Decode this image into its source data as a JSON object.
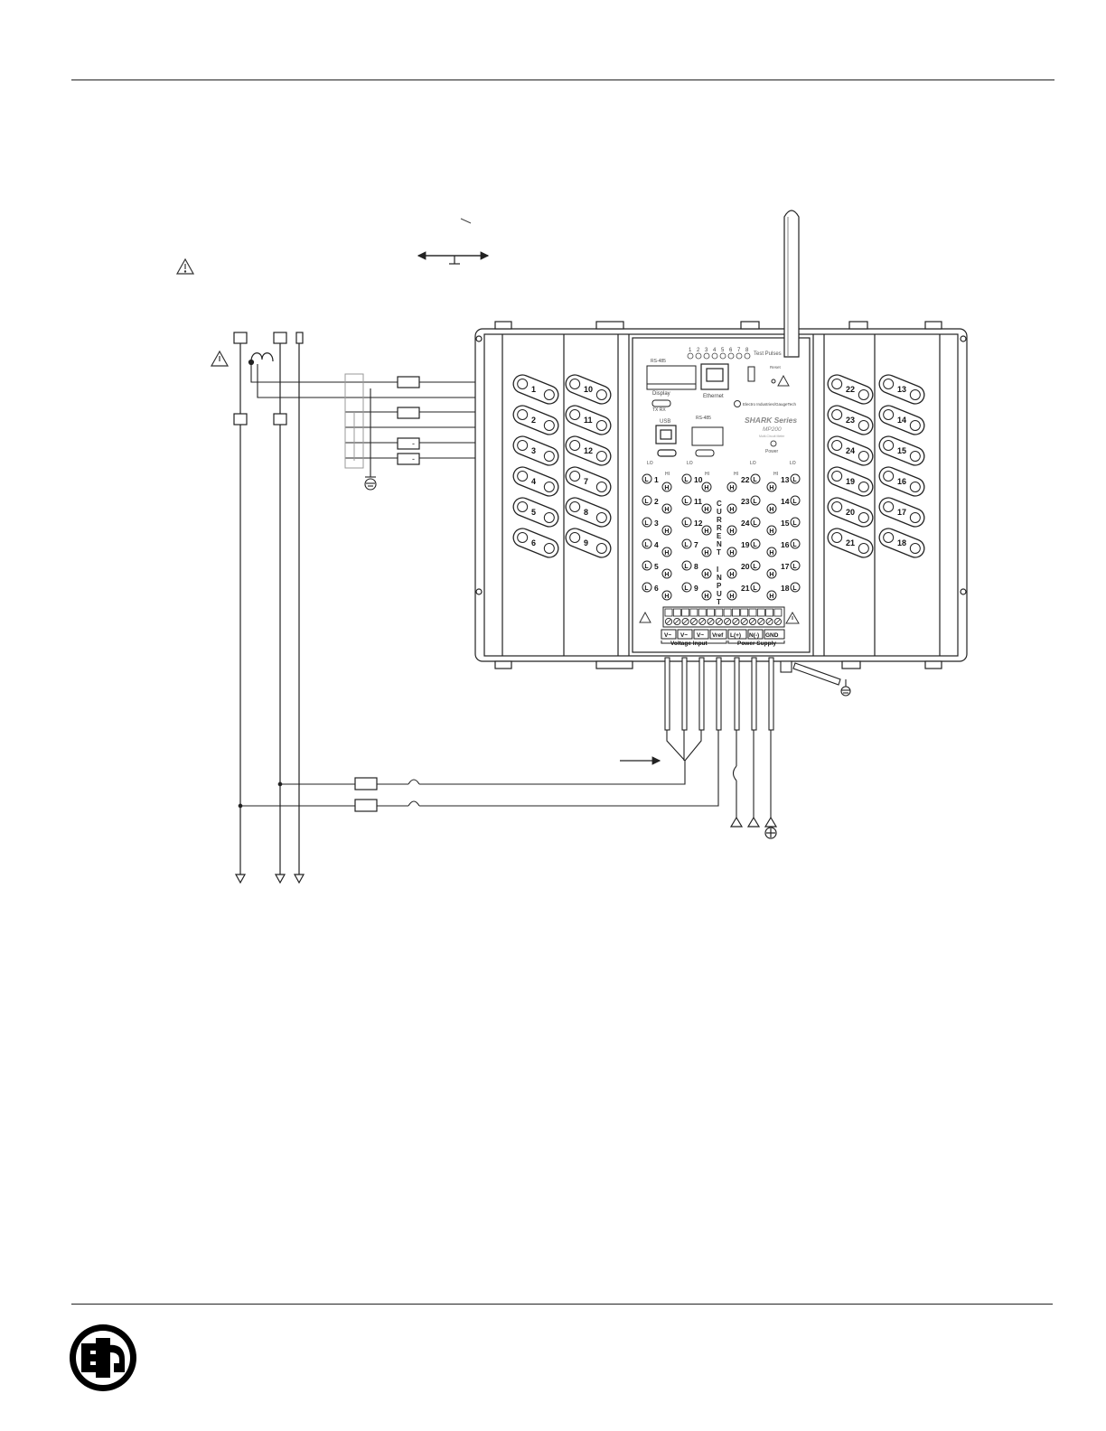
{
  "device": {
    "series_label": "SHARK Series",
    "model_label": "MP200",
    "model_sub": "Multi-Circuit Meter",
    "maker_label": "Electro Industries/GaugeTech",
    "ethernet_label": "Ethernet",
    "usb_label": "USB",
    "rs485_label": "RS-485",
    "display_label": "Display",
    "txrx_label": "TX RX",
    "power_label": "Power",
    "reset_label": "Reset",
    "test_pulses_label": "Test Pulses",
    "pulse_numbers": [
      "1",
      "2",
      "3",
      "4",
      "5",
      "6",
      "7",
      "8"
    ],
    "current_inputs_label": "CURRENT INPUTS",
    "lo_label": "LO",
    "hi_label": "HI",
    "l_label": "L",
    "h_label": "H"
  },
  "ct_groups": {
    "left_outer": [
      "1",
      "2",
      "3",
      "4",
      "5",
      "6"
    ],
    "left_inner": [
      "10",
      "11",
      "12",
      "7",
      "8",
      "9"
    ],
    "right_inner": [
      "22",
      "23",
      "24",
      "19",
      "20",
      "21"
    ],
    "right_outer": [
      "13",
      "14",
      "15",
      "16",
      "17",
      "18"
    ]
  },
  "current_inputs": {
    "col1": [
      "1",
      "2",
      "3",
      "4",
      "5",
      "6"
    ],
    "col2": [
      "10",
      "11",
      "12",
      "7",
      "8",
      "9"
    ],
    "col3": [
      "22",
      "23",
      "24",
      "19",
      "20",
      "21"
    ],
    "col4": [
      "13",
      "14",
      "15",
      "16",
      "17",
      "18"
    ]
  },
  "terminals": {
    "v1": "V~",
    "v2": "V~",
    "v3": "V~",
    "vref": "Vref",
    "line": "L(+)",
    "neutral": "N(-)",
    "gnd": "GND",
    "voltage_input_label": "Voltage Input",
    "power_supply_label": "Power Supply"
  },
  "wiring": {
    "fuse_dash": "-"
  }
}
